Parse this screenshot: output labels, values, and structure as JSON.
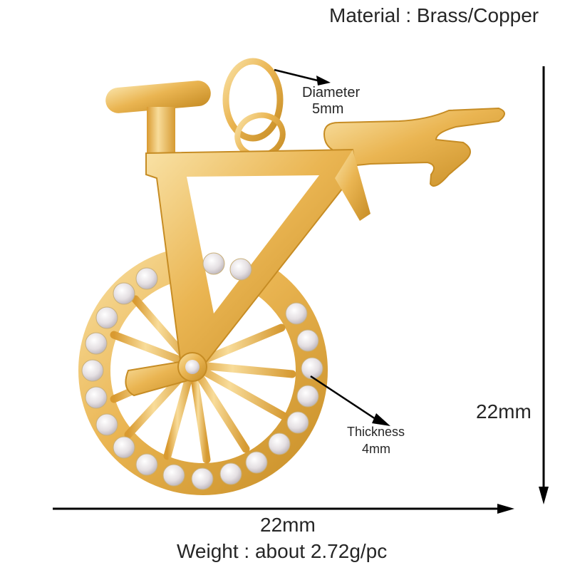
{
  "product": {
    "description": "bicycle pendant charm with cubic zirconia wheel",
    "material_label": "Material : Brass/Copper",
    "jump_ring": {
      "label": "Diameter",
      "value": "5mm"
    },
    "thickness": {
      "label": "Thickness",
      "value": "4mm"
    },
    "height_dimension": "22mm",
    "width_dimension": "22mm",
    "weight_label": "Weight : about 2.72g/pc"
  },
  "colors": {
    "gold_light": "#f7dc98",
    "gold_mid": "#e8b24a",
    "gold_dark": "#c48a22",
    "stone": "#e6e2e4",
    "arrow": "#000000",
    "text": "#262626"
  }
}
